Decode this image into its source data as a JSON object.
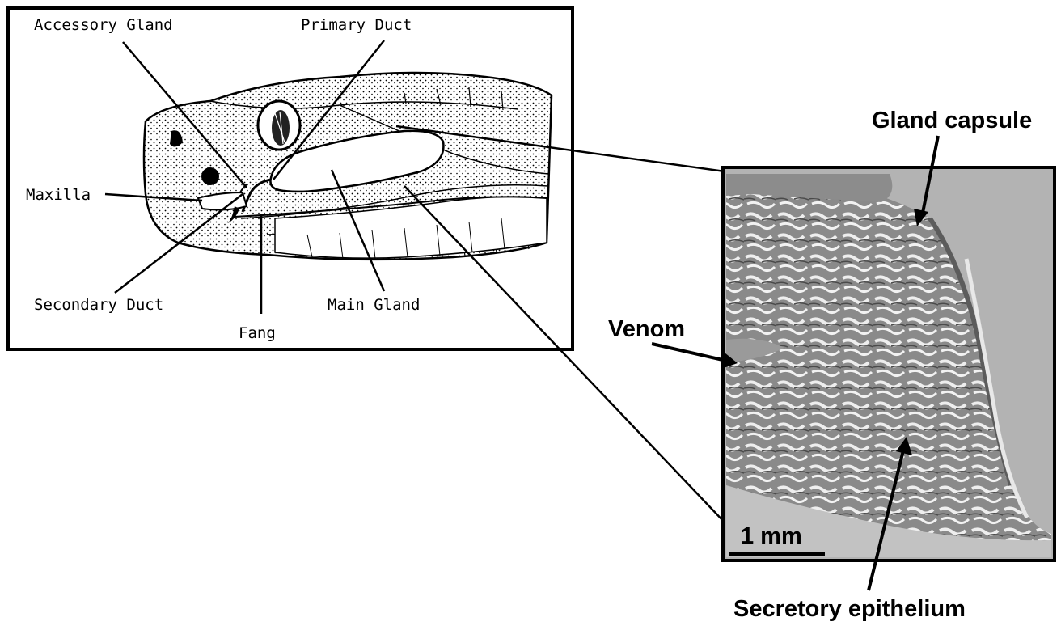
{
  "drawing_labels": {
    "accessory_gland": "Accessory Gland",
    "primary_duct": "Primary Duct",
    "maxilla": "Maxilla",
    "secondary_duct": "Secondary Duct",
    "fang": "Fang",
    "main_gland": "Main Gland"
  },
  "micrograph_labels": {
    "gland_capsule": "Gland capsule",
    "venom": "Venom",
    "secretory_epithelium": "Secretory epithelium",
    "scale_bar": "1 mm"
  },
  "colors": {
    "ink": "#000000",
    "tissue_background": "#b3b3b3",
    "tissue_dark": "#555555",
    "lumen": "#eeeeee"
  },
  "icons": [
    "snake-head-drawing",
    "venom-gland-micrograph"
  ]
}
